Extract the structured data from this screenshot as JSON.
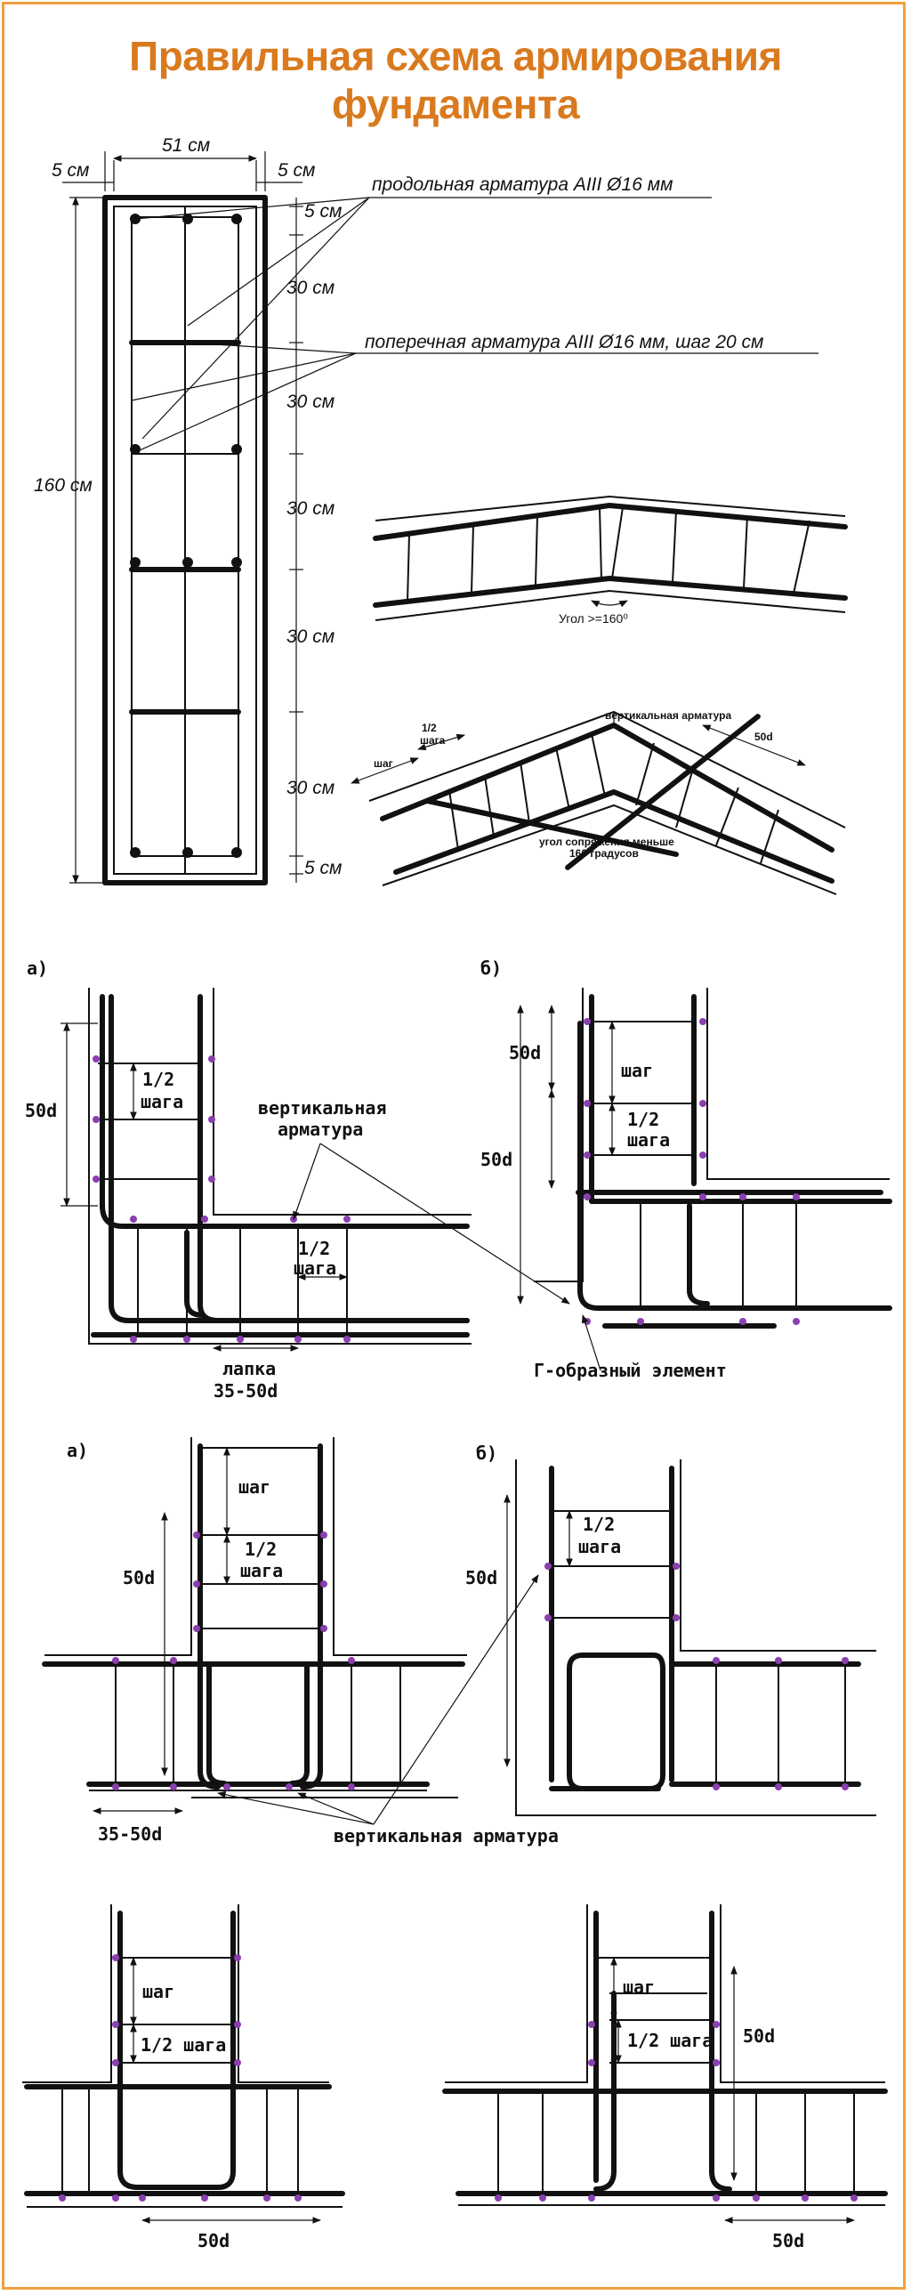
{
  "title": "Правильная схема армирования фундамента",
  "section_section": {
    "dim_51": "51 см",
    "dim_5_left": "5 см",
    "dim_5_right": "5 см",
    "dim_5_top": "5 см",
    "dim_30_a": "30 см",
    "dim_30_b": "30 см",
    "dim_30_c": "30 см",
    "dim_30_d": "30 см",
    "dim_30_e": "30 см",
    "dim_5_bottom": "5 см",
    "dim_160": "160 см",
    "label_long": "продольная арматура AIII Ø16 мм",
    "label_trans": "поперечная арматура AIII Ø16 мм, шаг 20 см"
  },
  "angle_detail": {
    "angle_label": "Угол >=160⁰"
  },
  "angle_detail2": {
    "vertical": "вертикальная арматура",
    "half_step": "1/2",
    "half_step2": "шага",
    "step": "шаг",
    "d50": "50d",
    "note1": "угол сопряжения меньше",
    "note2": "160 градусов"
  },
  "row2": {
    "a": "а)",
    "b": "б)",
    "d50_a": "50d",
    "half_a1": "1/2",
    "half_a2": "шага",
    "vert1": "вертикальная",
    "vert2": "арматура",
    "half_b1": "1/2",
    "half_b2": "шага",
    "lapka1": "лапка",
    "lapka2": "35-50d",
    "d50_b1": "50d",
    "d50_b2": "50d",
    "step_b": "шаг",
    "half_c1": "1/2",
    "half_c2": "шага",
    "g_element": "Г-образный элемент"
  },
  "row3": {
    "a": "а)",
    "b": "б)",
    "step": "шаг",
    "half1": "1/2",
    "half2": "шага",
    "d50": "50d",
    "d35": "35-50d",
    "vert": "вертикальная арматура",
    "d50_b": "50d",
    "half_b1": "1/2",
    "half_b2": "шага"
  },
  "row4": {
    "step_a": "шаг",
    "half_a": "1/2 шага",
    "d50_a": "50d",
    "step_b": "шаг",
    "half_b": "1/2 шага",
    "d50_b": "50d",
    "d50_c": "50d"
  }
}
